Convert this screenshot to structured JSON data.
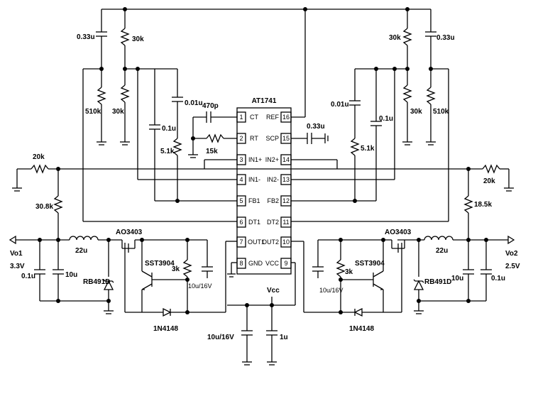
{
  "chip": {
    "name": "AT1741",
    "pins_left": [
      {
        "num": "1",
        "name": "CT"
      },
      {
        "num": "2",
        "name": "RT"
      },
      {
        "num": "3",
        "name": "IN1+"
      },
      {
        "num": "4",
        "name": "IN1-"
      },
      {
        "num": "5",
        "name": "FB1"
      },
      {
        "num": "6",
        "name": "DT1"
      },
      {
        "num": "7",
        "name": "OUT1"
      },
      {
        "num": "8",
        "name": "GND"
      }
    ],
    "pins_right": [
      {
        "num": "16",
        "name": "REF"
      },
      {
        "num": "15",
        "name": "SCP"
      },
      {
        "num": "14",
        "name": "IN2+"
      },
      {
        "num": "13",
        "name": "IN2-"
      },
      {
        "num": "12",
        "name": "FB2"
      },
      {
        "num": "11",
        "name": "DT2"
      },
      {
        "num": "10",
        "name": "OUT2"
      },
      {
        "num": "9",
        "name": "VCC"
      }
    ]
  },
  "labels": {
    "c_top_left": "0.33u",
    "r_top_left": "30k",
    "r_510k_left": "510k",
    "r_30k_left_low": "30k",
    "c_001u_left": "0.01u",
    "c_470p": "470p",
    "c_01u_left": "0.1u",
    "r_51k_left": "5.1k",
    "r_15k": "15k",
    "c_top_right": "0.33u",
    "r_top_right": "30k",
    "r_510k_right": "510k",
    "r_30k_right_low": "30k",
    "c_001u_right": "0.01u",
    "c_01u_right": "0.1u",
    "r_51k_right": "5.1k",
    "c_033u_scp": "0.33u",
    "r_20k_left": "20k",
    "r_308k": "30.8k",
    "r_20k_right": "20k",
    "r_185k": "18.5k",
    "vo1": "Vo1",
    "vo1_v": "3.3V",
    "vo2": "Vo2",
    "vo2_v": "2.5V",
    "l_left": "22u",
    "l_right": "22u",
    "mos_left": "AO3403",
    "mos_right": "AO3403",
    "bjt_left": "SST3904",
    "bjt_right": "SST3904",
    "r_3k_left": "3k",
    "r_3k_right": "3k",
    "c_10u16_left": "10u/16V",
    "c_10u16_right": "10u/16V",
    "c_01u_out_left": "0.1u",
    "c_10u_out_left": "10u",
    "c_10u_out_right": "10u",
    "c_01u_out_right": "0.1u",
    "diode_left": "RB491D",
    "diode_right": "RB491D",
    "d1n_left": "1N4148",
    "d1n_right": "1N4148",
    "vcc": "Vcc",
    "c_vcc_10u": "10u/16V",
    "c_vcc_1u": "1u"
  }
}
